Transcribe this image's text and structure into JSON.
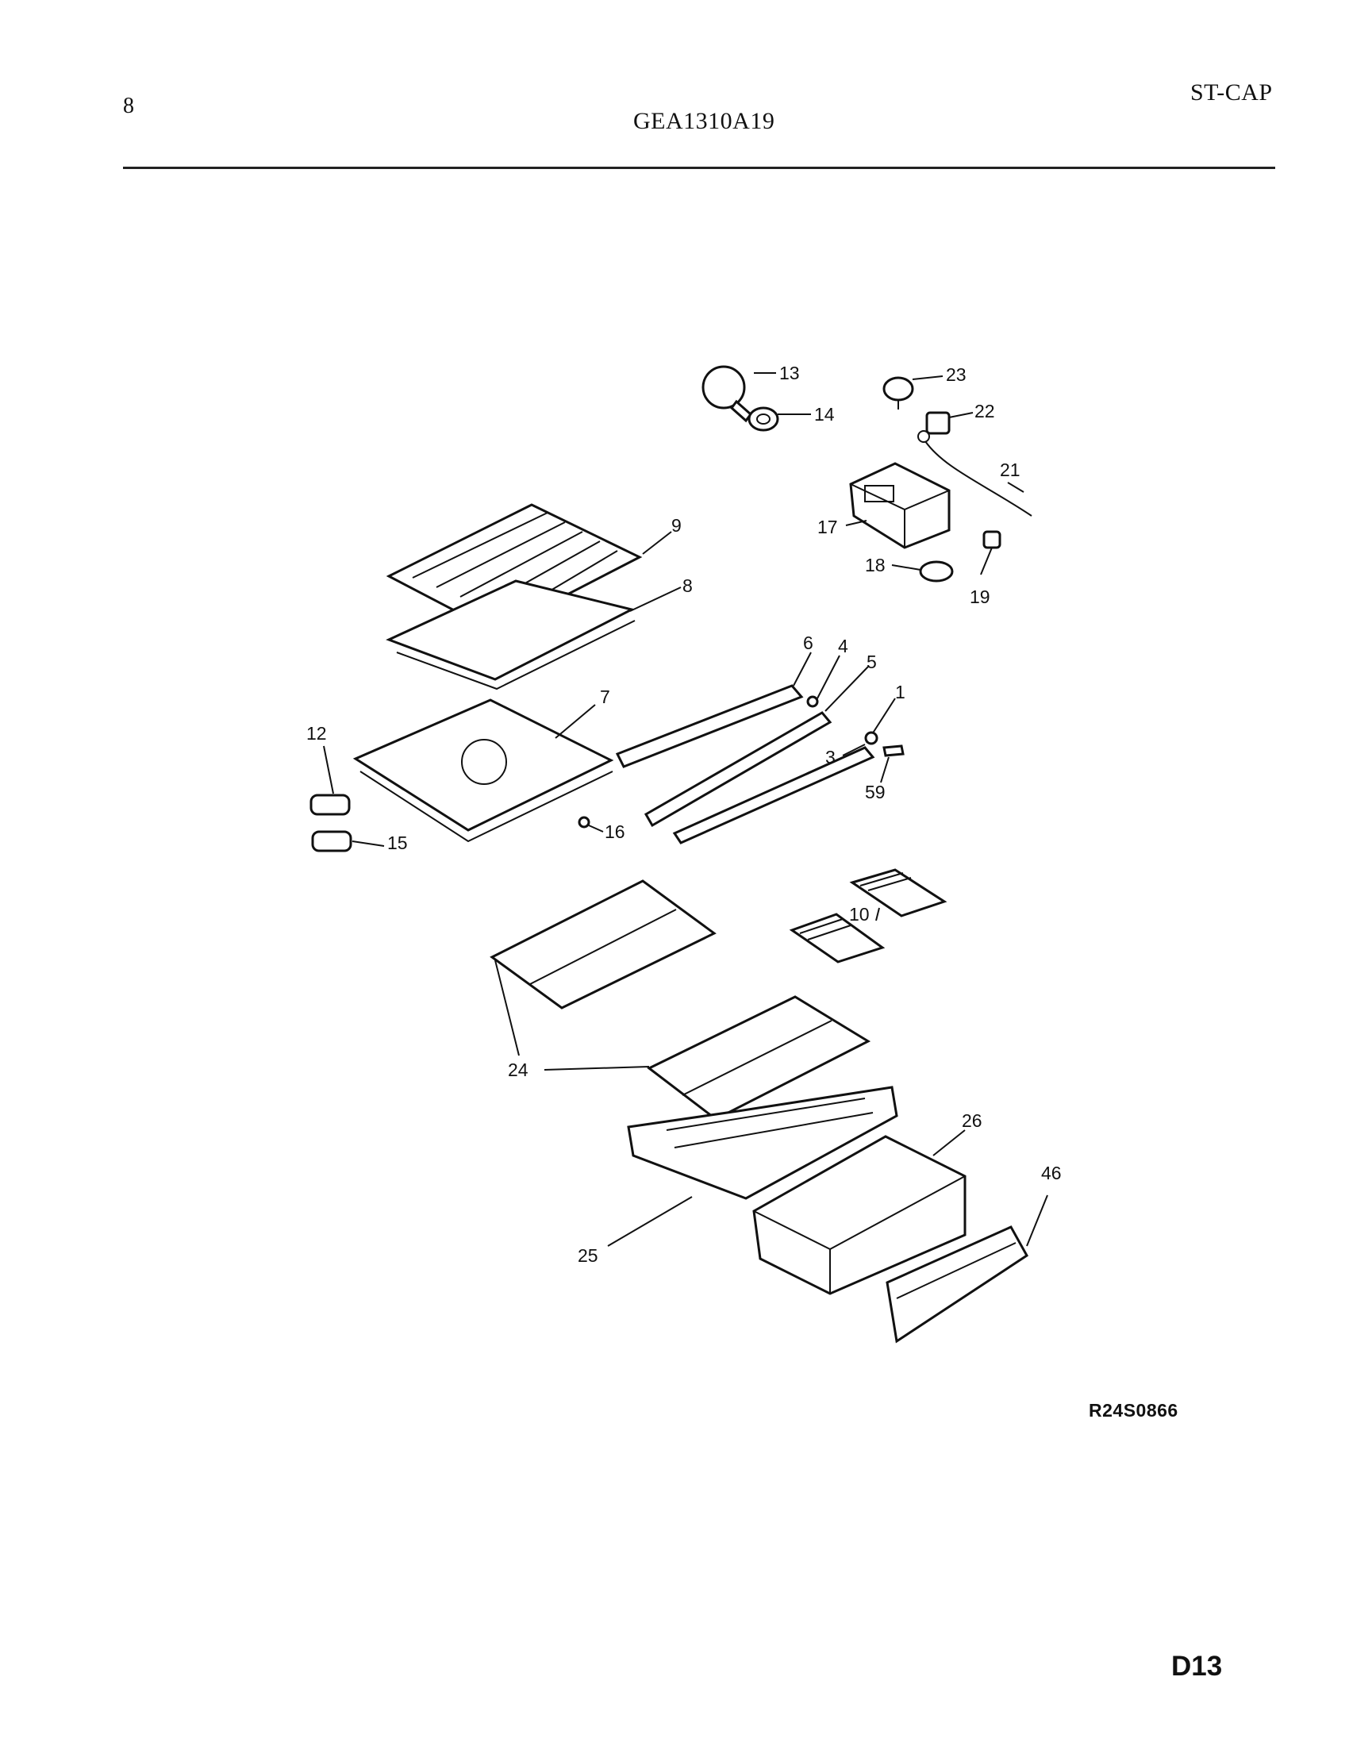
{
  "header": {
    "page_number": "8",
    "model_number": "GEA1310A19",
    "section_code": "ST-CAP"
  },
  "diagram": {
    "parts": [
      {
        "id": "part-1",
        "label": "1"
      },
      {
        "id": "part-3",
        "label": "3"
      },
      {
        "id": "part-4",
        "label": "4"
      },
      {
        "id": "part-5",
        "label": "5"
      },
      {
        "id": "part-6",
        "label": "6"
      },
      {
        "id": "part-7",
        "label": "7"
      },
      {
        "id": "part-8",
        "label": "8"
      },
      {
        "id": "part-9",
        "label": "9"
      },
      {
        "id": "part-10",
        "label": "10"
      },
      {
        "id": "part-12",
        "label": "12"
      },
      {
        "id": "part-13",
        "label": "13"
      },
      {
        "id": "part-14",
        "label": "14"
      },
      {
        "id": "part-15",
        "label": "15"
      },
      {
        "id": "part-16",
        "label": "16"
      },
      {
        "id": "part-17",
        "label": "17"
      },
      {
        "id": "part-18",
        "label": "18"
      },
      {
        "id": "part-19",
        "label": "19"
      },
      {
        "id": "part-21",
        "label": "21"
      },
      {
        "id": "part-22",
        "label": "22"
      },
      {
        "id": "part-23",
        "label": "23"
      },
      {
        "id": "part-24",
        "label": "24"
      },
      {
        "id": "part-25",
        "label": "25"
      },
      {
        "id": "part-26",
        "label": "26"
      },
      {
        "id": "part-46",
        "label": "46"
      },
      {
        "id": "part-59",
        "label": "59"
      }
    ],
    "reference_code": "R24S0866"
  },
  "footer": {
    "page_code": "D13"
  }
}
